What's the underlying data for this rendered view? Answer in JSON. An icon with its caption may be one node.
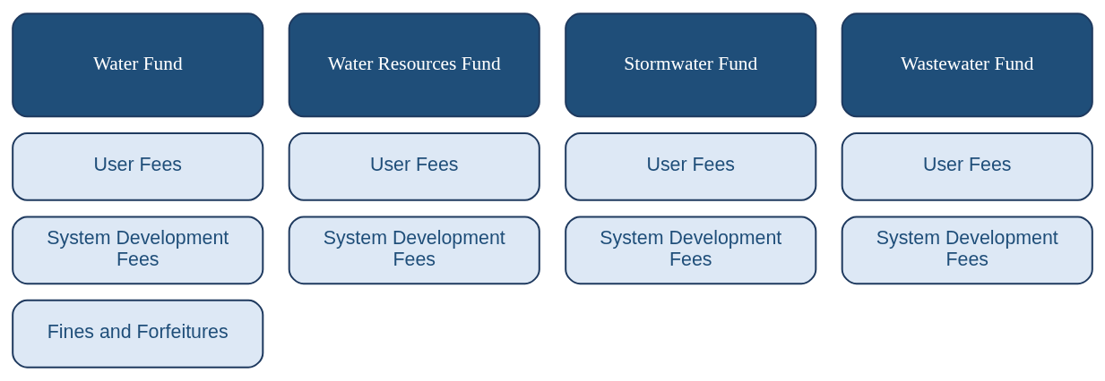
{
  "diagram": {
    "nodes": [
      {
        "text": [
          "Water Fund"
        ]
      },
      {
        "text": [
          "Water Resources Fund"
        ]
      },
      {
        "text": [
          "Stormwater Fund"
        ]
      },
      {
        "text": [
          "Wastewater Fund"
        ]
      },
      {
        "text": [
          "User Fees"
        ]
      },
      {
        "text": [
          "User Fees"
        ]
      },
      {
        "text": [
          "User Fees"
        ]
      },
      {
        "text": [
          "User Fees"
        ]
      },
      {
        "text": [
          "System Development Fees"
        ]
      },
      {
        "text": [
          "System Development Fees"
        ]
      },
      {
        "text": [
          "System Development Fees"
        ]
      },
      {
        "text": [
          "System Development Fees"
        ]
      },
      {
        "text": [
          "Fines and Forfeitures"
        ]
      }
    ],
    "edges": []
  }
}
